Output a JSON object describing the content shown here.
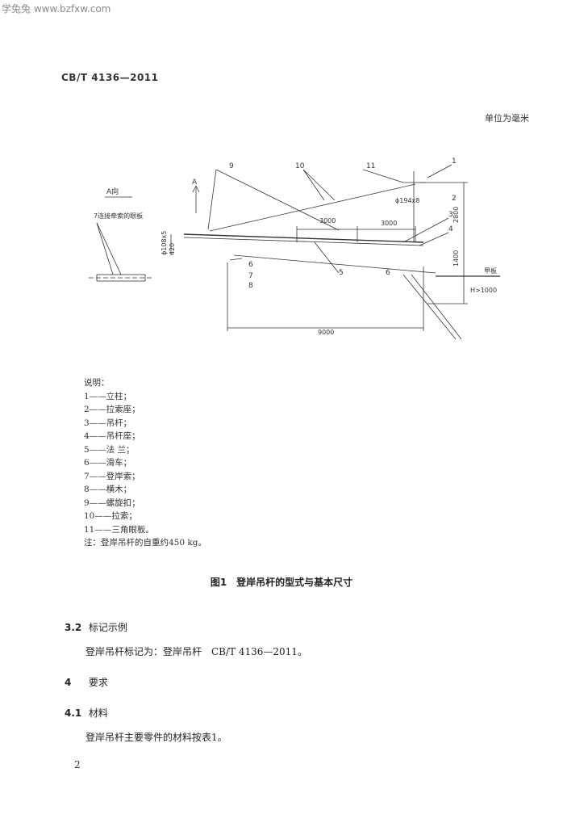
{
  "watermark": "学兔兔 www.bzfxw.com",
  "standard_code": "CB/T 4136—2011",
  "unit_note": "单位为毫米",
  "figure": {
    "labels": {
      "view_a": "A向",
      "connection_label": "7连接牵索的眼板",
      "arrow_a": "A",
      "dim_3000_a": "3000",
      "dim_3000_b": "3000",
      "dim_194": "ϕ194x8",
      "dim_2800": "2800",
      "dim_1400": "1400",
      "dim_108": "ϕ108x5",
      "dim_420": "420",
      "dim_9000": "9000",
      "h_1000": "H>1000",
      "deck": "甲板",
      "n1": "1",
      "n2": "2",
      "n3": "3",
      "n4": "4",
      "n5": "5",
      "n6a": "6",
      "n6b": "6",
      "n7": "7",
      "n8": "8",
      "n9": "9",
      "n10": "10",
      "n11": "11"
    }
  },
  "legend": {
    "title": "说明：",
    "items": [
      "1——立柱；",
      "2——拉索座；",
      "3——吊杆；",
      "4——吊杆座；",
      "5——法 兰；",
      "6——滑车；",
      "7——登岸索；",
      "8——横木；",
      "9——螺旋扣；",
      "10——拉索；",
      "11——三角眼板。"
    ],
    "note": "注：登岸吊杆的自重约450 kg。"
  },
  "caption": "图1　登岸吊杆的型式与基本尺寸",
  "sections": [
    {
      "num": "3.2",
      "title": "标记示例"
    },
    {
      "num": "4",
      "title": "要求"
    },
    {
      "num": "4.1",
      "title": "材料"
    }
  ],
  "paragraphs": [
    "登岸吊杆标记为：登岸吊杆　CB/T 4136—2011。",
    "登岸吊杆主要零件的材料按表1。"
  ],
  "page_number": "2"
}
